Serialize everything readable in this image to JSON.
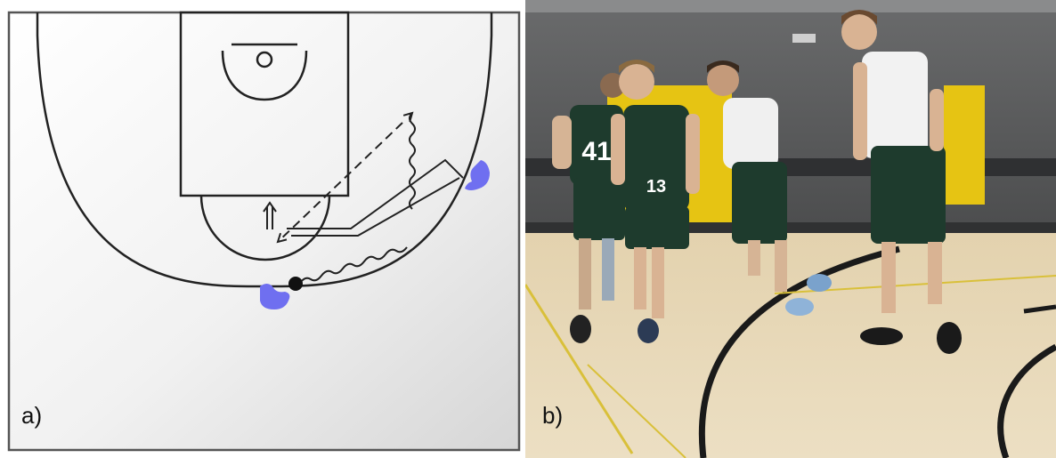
{
  "panels": {
    "a": {
      "label": "a)"
    },
    "b": {
      "label": "b)"
    }
  },
  "jerseys": {
    "left_player_number": "41",
    "center_player_number": "13"
  },
  "colors": {
    "court_line": "#222222",
    "defender_icon": "#6f6ff0",
    "team_green": "#1e3b2d",
    "wall_gray": "#565758",
    "wall_pad_yellow": "#e6c413",
    "floor_wood": "#e9d9b8"
  },
  "icons": {
    "defender_marker": "hand-defender-icon",
    "ball": "ball-icon",
    "screen": "screen-icon"
  }
}
